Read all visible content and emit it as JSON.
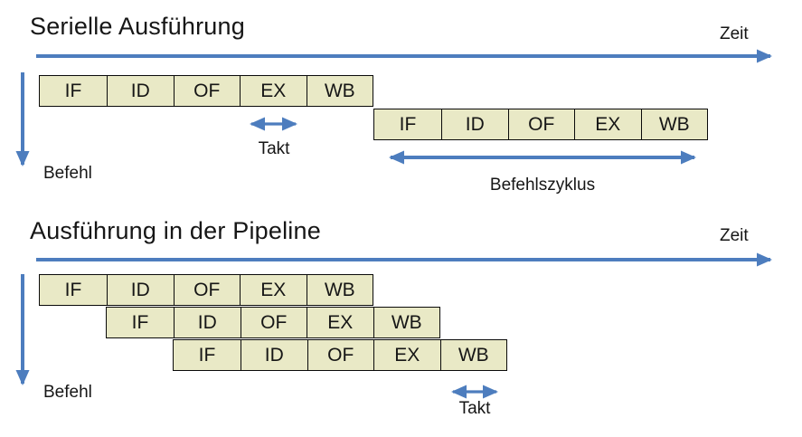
{
  "colors": {
    "accent": "#4d7dbe",
    "box_fill": "#e9e9c6",
    "box_border": "#0a0a0a",
    "text": "#161616"
  },
  "stages": [
    "IF",
    "ID",
    "OF",
    "EX",
    "WB"
  ],
  "sections": {
    "serial": {
      "title": "Serielle Ausführung",
      "time_label": "Zeit",
      "instruction_label": "Befehl",
      "clock_label": "Takt",
      "cycle_label": "Befehlszyklus",
      "rows": [
        [
          "IF",
          "ID",
          "OF",
          "EX",
          "WB"
        ],
        [
          "IF",
          "ID",
          "OF",
          "EX",
          "WB"
        ]
      ]
    },
    "pipeline": {
      "title": "Ausführung in der Pipeline",
      "time_label": "Zeit",
      "instruction_label": "Befehl",
      "clock_label": "Takt",
      "rows": [
        [
          "IF",
          "ID",
          "OF",
          "EX",
          "WB"
        ],
        [
          "IF",
          "ID",
          "OF",
          "EX",
          "WB"
        ],
        [
          "IF",
          "ID",
          "OF",
          "EX",
          "WB"
        ]
      ]
    }
  }
}
